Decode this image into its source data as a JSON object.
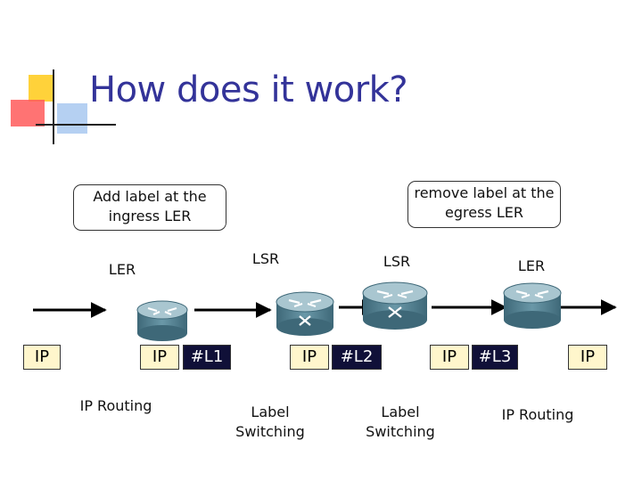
{
  "title": "How does it work?",
  "callouts": {
    "ingress": "Add label at the ingress LER",
    "egress": "remove label at the egress LER"
  },
  "routers": [
    {
      "type": "LER",
      "label": "LER"
    },
    {
      "type": "LSR",
      "label": "LSR"
    },
    {
      "type": "LSR",
      "label": "LSR"
    },
    {
      "type": "LER",
      "label": "LER"
    }
  ],
  "packets": [
    {
      "text": "IP",
      "kind": "ip"
    },
    {
      "text": "IP",
      "kind": "ip"
    },
    {
      "text": "#L1",
      "kind": "label"
    },
    {
      "text": "IP",
      "kind": "ip"
    },
    {
      "text": "#L2",
      "kind": "label"
    },
    {
      "text": "IP",
      "kind": "ip"
    },
    {
      "text": "#L3",
      "kind": "label"
    },
    {
      "text": "IP",
      "kind": "ip"
    }
  ],
  "functions": [
    "IP Routing",
    "Label Switching",
    "Label Switching",
    "IP Routing"
  ],
  "colors": {
    "title": "#333399",
    "ip_packet": "#fff6cc",
    "label_packet": "#101038",
    "router_body": "#4f7f8f",
    "router_top": "#a9c6d0"
  }
}
